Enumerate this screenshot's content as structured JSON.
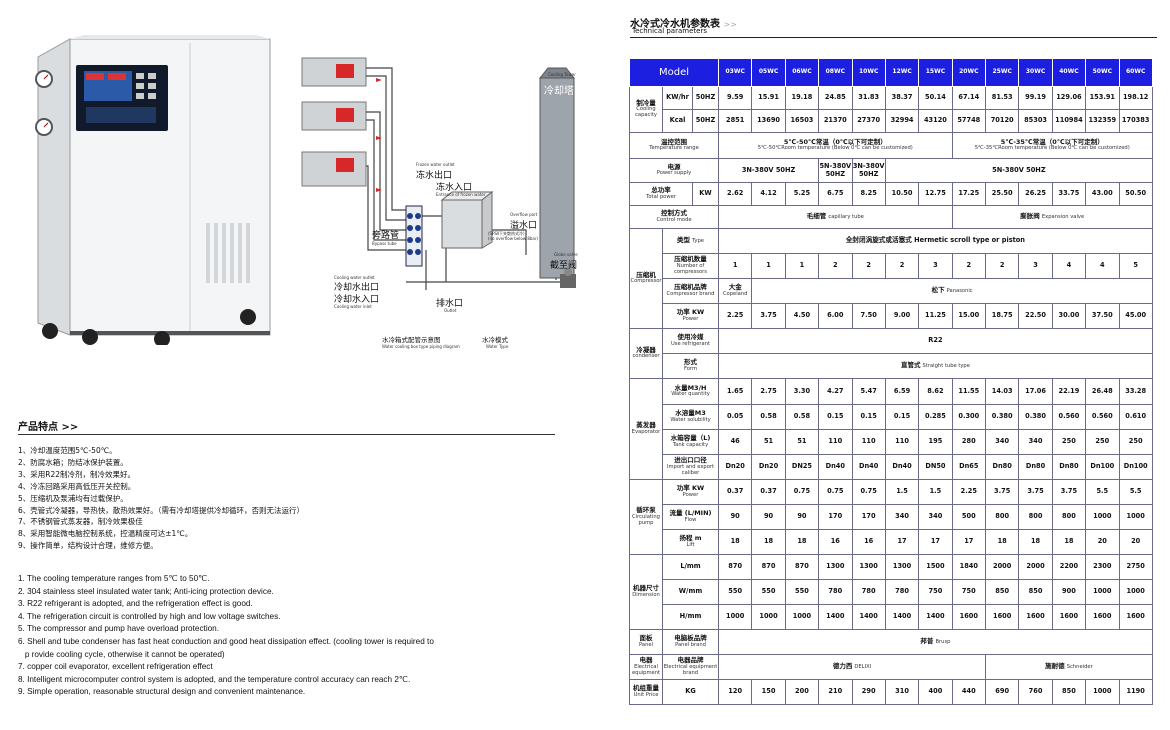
{
  "diagram": {
    "tower_caption": "Cooling Tower",
    "tower_cn": "冷却塔",
    "frozen_out_en": "Frozen water outlet",
    "frozen_out_cn": "冻水出口",
    "frozen_in_cn": "冻水入口",
    "frozen_in_en": "Entrance of frozen water",
    "overflow_en": "Overflow port",
    "overflow_cn": "溢水口",
    "overflow_note": "(SPSⅡ下夹散热式冷)",
    "overflow_note2": "(no overflow below 8bar)",
    "bypass_cn": "旁路管",
    "bypass_en": "Bypass tube",
    "cool_out_en": "Cooling water outlet",
    "cool_out_cn": "冷却水出口",
    "cool_in_cn": "冷却水入口",
    "cool_in_en": "Cooling water inlet",
    "drain_cn": "排水口",
    "drain_en": "Outlet",
    "valve_en": "Globe valve",
    "valve_cn": "截至阀",
    "caption_left_cn": "水冷箱式配管示意图",
    "caption_left_en": "Water cooling box type piping diagram",
    "caption_right_cn": "水冷模式",
    "caption_right_en": "Water Type"
  },
  "features": {
    "title": "产品特点 >>",
    "cn": [
      "1、冷却温度范围5℃-50℃。",
      "2、防腐水箱；防结冰保护装置。",
      "3、采用R22制冷剂，制冷效果好。",
      "4、冷冻回路采用高低压开关控制。",
      "5、压缩机及泵浦均有过载保护。",
      "6、壳管式冷凝器，导热快，散热效果好。（需有冷却塔提供冷却循环，否则无法运行）",
      "7、不锈钢管式蒸发器，制冷效果极佳",
      "8、采用智能微电脑控制系统，控温精度可达±1℃。",
      "9、操作简单，结构设计合理，维修方便。"
    ],
    "en": [
      "1. The cooling temperature ranges from 5℃ to 50℃.",
      "2. 304 stainless steel insulated water tank; Anti-icing protection device.",
      "3. R22 refrigerant is adopted, and the refrigeration effect is good.",
      "4. The refrigeration circuit is controlled by high and low voltage switches.",
      "5. The compressor and pump have overload protection.",
      "6. Shell and tube condenser has fast heat conduction and good heat dissipation effect. (cooling tower is required to",
      "   p rovide cooling cycle, otherwise it cannot be operated)",
      "7. copper coil evaporator, excellent refrigeration effect",
      "8. Intelligent microcomputer control system is adopted, and the temperature control accuracy can reach 2℃.",
      "9. Simple operation, reasonable structural design and convenient maintenance."
    ]
  },
  "table": {
    "title": "水冷式冷水机参数表",
    "arrow": ">>",
    "subtitle": "Technical parameters",
    "model_label": "Model",
    "models": [
      "03WC",
      "05WC",
      "06WC",
      "08WC",
      "10WC",
      "12WC",
      "15WC",
      "20WC",
      "25WC",
      "30WC",
      "40WC",
      "50WC",
      "60WC"
    ],
    "cooling_cn": "制冷量",
    "cooling_en": "Cooling capacity",
    "kw_hr": "KW/hr",
    "kcal": "Kcal",
    "hz50": "50HZ",
    "cap_kw": [
      "9.59",
      "15.91",
      "19.18",
      "24.85",
      "31.83",
      "38.37",
      "50.14",
      "67.14",
      "81.53",
      "99.19",
      "129.06",
      "153.91",
      "198.12"
    ],
    "cap_kcal": [
      "2851",
      "13690",
      "16503",
      "21370",
      "27370",
      "32994",
      "43120",
      "57748",
      "70120",
      "85303",
      "110984",
      "132359",
      "170383"
    ],
    "temp_cn": "温控范围",
    "temp_en": "Temperature range",
    "temp_a_cn": "5℃-50℃常温（0℃以下可定制）",
    "temp_a_en": "5℃-50℃Room temperature (Below 0℃ can be customized)",
    "temp_b_cn": "5℃-35℃常温（0℃以下可定制）",
    "temp_b_en": "5℃-35℃Room temperature (Below 0℃ can be customized)",
    "power_cn": "电源",
    "power_en": "Power supply",
    "power_a": "3N-380V 50HZ",
    "power_b1": "5N-380V 50HZ",
    "power_b2": "3N-380V 50HZ",
    "power_c": "5N-380V 50HZ",
    "ipower_cn": "总功率",
    "ipower_en": "Total power",
    "kw": "KW",
    "ipower": [
      "2.62",
      "4.12",
      "5.25",
      "6.75",
      "8.25",
      "10.50",
      "12.75",
      "17.25",
      "25.50",
      "26.25",
      "33.75",
      "43.00",
      "50.50"
    ],
    "ctrl_cn": "控制方式",
    "ctrl_en": "Control mode",
    "ctrl_a_cn": "毛细管",
    "ctrl_a_en": "capillary tube",
    "ctrl_b_cn": "膨胀阀",
    "ctrl_b_en": "Expansion valve",
    "comp_cn": "压缩机",
    "comp_en": "Compressor",
    "type_cn": "类型",
    "type_en": "Type",
    "type_val": "全封闭涡旋式或活塞式 Hermetic scroll type or piston",
    "num_cn": "压缩机数量",
    "num_en": "Number of compressors",
    "num": [
      "1",
      "1",
      "1",
      "2",
      "2",
      "2",
      "3",
      "2",
      "2",
      "3",
      "4",
      "4",
      "5"
    ],
    "brand_cn": "压缩机品牌",
    "brand_en": "Compressor brand",
    "brand_a_cn": "大金",
    "brand_a_en": "Copeland",
    "brand_b_cn": "松下",
    "brand_b_en": "Panasonic",
    "cpower_cn": "功率 KW",
    "cpower_en": "Power",
    "cpower": [
      "2.25",
      "3.75",
      "4.50",
      "6.00",
      "7.50",
      "9.00",
      "11.25",
      "15.00",
      "18.75",
      "22.50",
      "30.00",
      "37.50",
      "45.00"
    ],
    "cond_cn": "冷凝器",
    "cond_en": "condenser",
    "refr_cn": "使用冷媒",
    "refr_en": "Use refrigerant",
    "refr_val": "R22",
    "form_cn": "形式",
    "form_en": "Form",
    "form_val_cn": "直管式",
    "form_val_en": "Straight tube type",
    "evap_cn": "蒸发器",
    "evap_en": "Evaporator",
    "wq_cn": "水量M3/H",
    "wq_en": "Water quantity",
    "wq": [
      "1.65",
      "2.75",
      "3.30",
      "4.27",
      "5.47",
      "6.59",
      "8.62",
      "11.55",
      "14.03",
      "17.06",
      "22.19",
      "26.48",
      "33.28"
    ],
    "ws_cn": "水溶量M3",
    "ws_en": "Water solubility",
    "ws": [
      "0.05",
      "0.58",
      "0.58",
      "0.15",
      "0.15",
      "0.15",
      "0.285",
      "0.300",
      "0.380",
      "0.380",
      "0.560",
      "0.560",
      "0.610"
    ],
    "tank_cn": "水箱容量（L)",
    "tank_en": "Tank capacity",
    "tank": [
      "46",
      "51",
      "51",
      "110",
      "110",
      "110",
      "195",
      "280",
      "340",
      "340",
      "250",
      "250",
      "250"
    ],
    "port_cn": "进出口口径",
    "port_en": "Import and export caliber",
    "port": [
      "Dn20",
      "Dn20",
      "DN25",
      "Dn40",
      "Dn40",
      "Dn40",
      "DN50",
      "Dn65",
      "Dn80",
      "Dn80",
      "Dn80",
      "Dn100",
      "Dn100"
    ],
    "pump_cn": "循环泵",
    "pump_en": "Circulating pump",
    "pp_cn": "功率 KW",
    "pp_en": "Power",
    "pp": [
      "0.37",
      "0.37",
      "0.75",
      "0.75",
      "0.75",
      "1.5",
      "1.5",
      "2.25",
      "3.75",
      "3.75",
      "3.75",
      "5.5",
      "5.5"
    ],
    "flow_cn": "流量 (L/MIN)",
    "flow_en": "Flow",
    "flow": [
      "90",
      "90",
      "90",
      "170",
      "170",
      "340",
      "340",
      "500",
      "800",
      "800",
      "800",
      "1000",
      "1000"
    ],
    "lift_cn": "扬程 m",
    "lift_en": "Lift",
    "lift": [
      "18",
      "18",
      "18",
      "16",
      "16",
      "17",
      "17",
      "17",
      "18",
      "18",
      "18",
      "20",
      "20"
    ],
    "dim_cn": "机器尺寸",
    "dim_en": "Dimension",
    "l": "L/mm",
    "w": "W/mm",
    "h": "H/mm",
    "dl": [
      "870",
      "870",
      "870",
      "1300",
      "1300",
      "1300",
      "1500",
      "1840",
      "2000",
      "2000",
      "2200",
      "2300",
      "2750"
    ],
    "dw": [
      "550",
      "550",
      "550",
      "780",
      "780",
      "780",
      "750",
      "750",
      "850",
      "850",
      "900",
      "1000",
      "1000"
    ],
    "dh": [
      "1000",
      "1000",
      "1000",
      "1400",
      "1400",
      "1400",
      "1400",
      "1600",
      "1600",
      "1600",
      "1600",
      "1600",
      "1600"
    ],
    "panel_cn": "面板",
    "panel_en": "Panel",
    "pb_cn": "电脑板品牌",
    "pb_en": "Panel brand",
    "pb_val_cn": "邦普",
    "pb_val_en": "Brusp",
    "elec_cn": "电器",
    "elec_en": "Electrical equipment",
    "eb_cn": "电器品牌",
    "eb_en": "Electrical equipment brand",
    "eb_a_cn": "德力西",
    "eb_a_en": "DELIXI",
    "eb_b_cn": "施耐德",
    "eb_b_en": "Schneider",
    "wt_cn": "机组重量",
    "wt_en": "Unit Price",
    "kg": "KG",
    "wt": [
      "120",
      "150",
      "200",
      "210",
      "290",
      "310",
      "400",
      "440",
      "690",
      "760",
      "850",
      "1000",
      "1190"
    ]
  }
}
